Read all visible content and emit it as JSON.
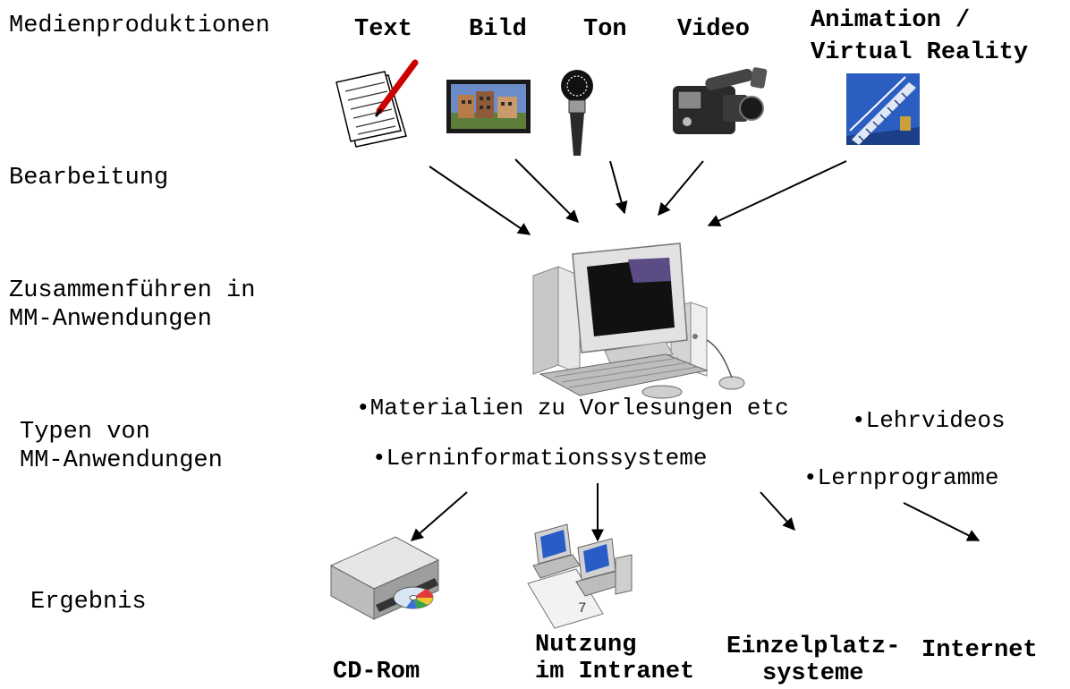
{
  "stages": {
    "media": "Medienproduktionen",
    "edit": "Bearbeitung",
    "merge_line1": "Zusammenführen in",
    "merge_line2": "MM-Anwendungen",
    "types_line1": "Typen von",
    "types_line2": "MM-Anwendungen",
    "result": "Ergebnis"
  },
  "media_types": {
    "text": "Text",
    "image": "Bild",
    "audio": "Ton",
    "video": "Video",
    "anim_line1": "Animation /",
    "anim_line2": "Virtual Reality"
  },
  "app_types": {
    "materials": "•Materialien zu Vorlesungen etc",
    "videos": "•Lehrvideos",
    "lis": "•Lerninformationssysteme",
    "programs": "•Lernprogramme"
  },
  "results": {
    "cdrom": "CD-Rom",
    "intranet_line1": "Nutzung",
    "intranet_line2": "im Intranet",
    "standalone_line1": "Einzelplatz-",
    "standalone_line2": "systeme",
    "internet": "Internet"
  }
}
